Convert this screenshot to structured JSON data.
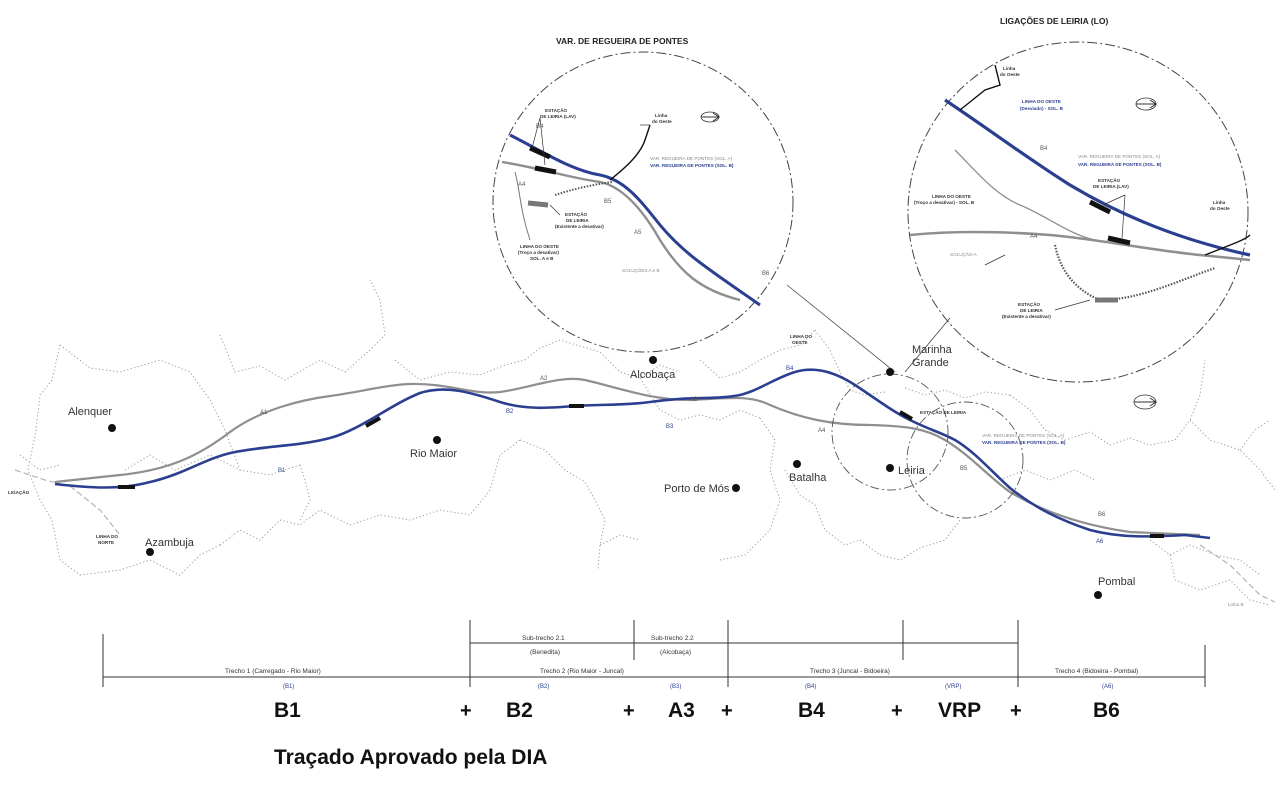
{
  "insets": {
    "left": {
      "title": "VAR. DE REGUEIRA DE PONTES",
      "estacao_lav": [
        "ESTAÇÃO",
        "DE LEIRIA (LAV)"
      ],
      "linha_oeste": [
        "Linha",
        "do Oeste"
      ],
      "var_sol_a": "VAR. REGUEIRA DE PONTES (SOL. A)",
      "var_sol_b": "VAR. REGUEIRA DE PONTES (SOL. B)",
      "estacao_existente": [
        "ESTAÇÃO",
        "DE LEIRIA",
        "(Existente a desativar)"
      ],
      "linha_oeste_troco": [
        "LINHA DO OESTE",
        "(Troço a desativar)",
        "SOL. A e B"
      ],
      "solucoes": "SOLUÇÕES A e B",
      "labels": {
        "b4": "B4",
        "a4": "A4",
        "b5": "B5",
        "a5": "A5",
        "b6": "B6"
      }
    },
    "right": {
      "title": "LIGAÇÕES DE LEIRIA (LO)",
      "linha_oeste_top": [
        "Linha",
        "do Oeste"
      ],
      "linha_oeste_desviado": [
        "LINHA DO OESTE",
        "(Desviado) - SOL. B"
      ],
      "var_sol_a": "VAR. REGUEIRA DE PONTES (SOL. A)",
      "var_sol_b": "VAR. REGUEIRA DE PONTES (SOL. B)",
      "estacao_lav": [
        "ESTAÇÃO",
        "DE LEIRIA (LAV)"
      ],
      "linha_oeste_troco": [
        "LINHA DO OESTE",
        "(Troço a desativar) - SOL. B"
      ],
      "linha_oeste_right": [
        "Linha",
        "do Oeste"
      ],
      "solucao_a": "SOLUÇÃO A",
      "estacao_existente": [
        "ESTAÇÃO",
        "DE LEIRIA",
        "(Existente a desativar)"
      ],
      "labels": {
        "b4": "B4",
        "a4": "A4"
      }
    }
  },
  "cities": {
    "alenquer": "Alenquer",
    "azambuja": "Azambuja",
    "rio_maior": "Rio Maior",
    "alcobaca": "Alcobaça",
    "porto_de_mos": "Porto de Mós",
    "batalha": "Batalha",
    "marinha_grande": [
      "Marinha",
      "Grande"
    ],
    "leiria": "Leiria",
    "pombal": "Pombal"
  },
  "main_labels": {
    "a1": "A1",
    "b1": "B1",
    "a2": "A2",
    "b2": "B2",
    "a3": "A3",
    "b3": "B3",
    "b4": "B4",
    "a4": "A4",
    "b5": "B5",
    "b6": "B6",
    "a6": "A6",
    "linha_oeste": [
      "LINHA DO",
      "OESTE"
    ],
    "linha_norte": [
      "LINHA DO",
      "NORTE"
    ],
    "ligacao": "LIGAÇÃO",
    "estacao_leiria": "ESTAÇÃO DE LEIRIA",
    "var_sol_a": "VAR. REGUEIRA DE PONTES (SOL. A)",
    "var_sol_b": "VAR. REGUEIRA DE PONTES (SOL. B)",
    "linha_b": "Linha B"
  },
  "sections": {
    "sub_2_1": [
      "Sub-trecho 2.1",
      "(Benedita)"
    ],
    "sub_2_2": [
      "Sub-trecho 2.2",
      "(Alcobaça)"
    ],
    "trecho_1": "Trecho 1 (Carregado - Rio Maior)",
    "trecho_2": "Trecho 2 (Rio Maior - Juncal)",
    "trecho_3": "Trecho 3 (Juncal - Bidoeira)",
    "trecho_4": "Trecho 4 (Bidoeira - Pombal)",
    "codes": {
      "t1": "(B1)",
      "t2": "(B2)",
      "t2b": "(B3)",
      "t3": "(B4)",
      "t3b": "(VRP)",
      "t4": "(A6)"
    }
  },
  "approved": {
    "segments": [
      "B1",
      "B2",
      "A3",
      "B4",
      "VRP",
      "B6"
    ],
    "plus": "+",
    "caption": "Traçado Aprovado pela DIA"
  },
  "colors": {
    "approved_route": "#2b3f91",
    "alternative_route": "#8f8f8f",
    "boundary": "#9a9a9a"
  }
}
